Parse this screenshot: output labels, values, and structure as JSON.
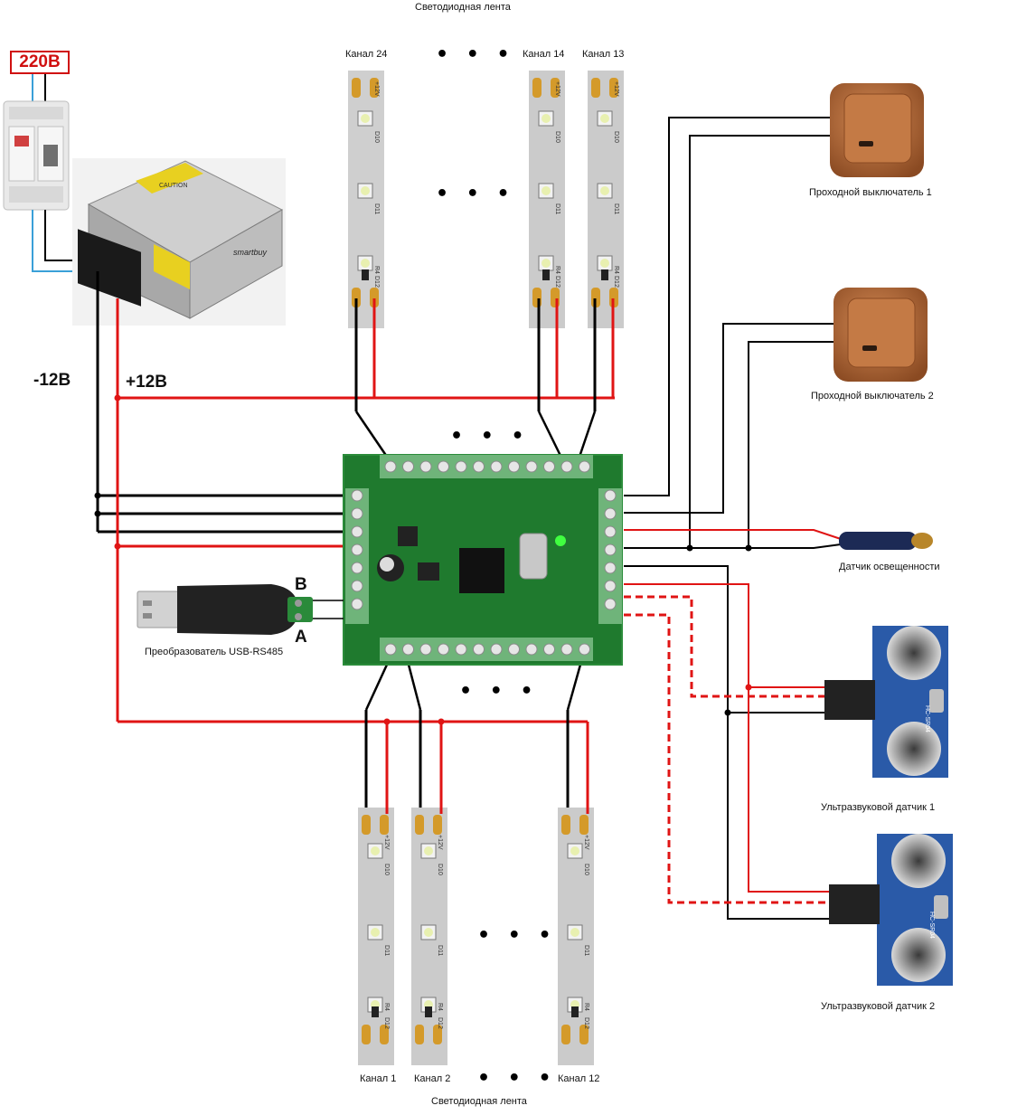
{
  "labels": {
    "strip_top": "Светодиодная лента",
    "strip_bottom": "Светодиодная лента",
    "mains": "220В",
    "minus12": "-12В",
    "plus12": "+12В",
    "ch24": "Канал 24",
    "ch14": "Канал 14",
    "ch13": "Канал 13",
    "ch1": "Канал 1",
    "ch2": "Канал 2",
    "ch12": "Канал 12",
    "switch1": "Проходной выключатель 1",
    "switch2": "Проходной выключатель 2",
    "light_sensor": "Датчик освещенности",
    "ultra1": "Ультразвуковой датчик 1",
    "ultra2": "Ультразвуковой датчик 2",
    "usb_converter": "Преобразователь USB-RS485",
    "bus_b": "B",
    "bus_a": "A",
    "psu_brand": "smartbuy",
    "psu_caution": "CAUTION",
    "led_plus": "+12V",
    "led_d10": "D10",
    "led_d11": "D11",
    "led_d12": "D12",
    "led_r4": "R4",
    "sensor_model": "HC-SR04",
    "ellipsis": "• • •"
  },
  "colors": {
    "positive_wire": "#e01414",
    "negative_wire": "#000000",
    "board_green": "#1f7a2e",
    "strip_base": "#c8c8c8",
    "switch_wood": "#b56a3c"
  }
}
